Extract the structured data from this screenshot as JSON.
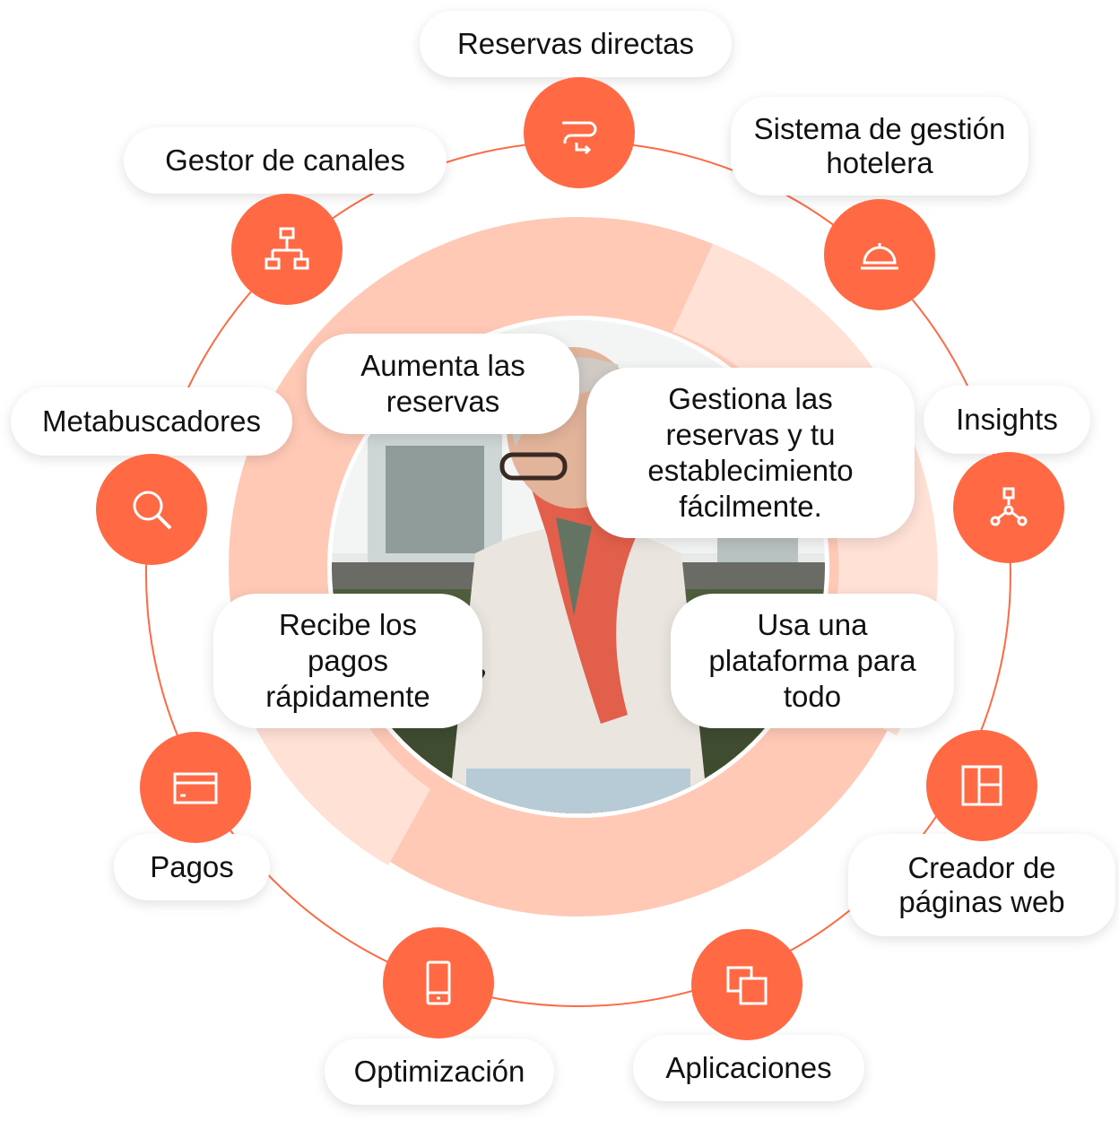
{
  "colors": {
    "accent": "#ff6a45",
    "ring_light": "#ffc9b6",
    "ring_lighter": "#ffe1d6"
  },
  "features": [
    {
      "id": "reservas",
      "label": "Reservas directas",
      "icon": "route-icon"
    },
    {
      "id": "pms",
      "label": "Sistema de gestión hotelera",
      "icon": "service-bell-icon"
    },
    {
      "id": "insights",
      "label": "Insights",
      "icon": "analytics-network-icon"
    },
    {
      "id": "creador",
      "label": "Creador de páginas web",
      "icon": "layout-grid-icon"
    },
    {
      "id": "aplicaciones",
      "label": "Aplicaciones",
      "icon": "copy-windows-icon"
    },
    {
      "id": "optimizacion",
      "label": "Optimización",
      "icon": "mobile-phone-icon"
    },
    {
      "id": "pagos",
      "label": "Pagos",
      "icon": "credit-card-icon"
    },
    {
      "id": "metabuscadores",
      "label": "Metabuscadores",
      "icon": "search-icon"
    },
    {
      "id": "gestor",
      "label": "Gestor de canales",
      "icon": "org-chart-icon"
    }
  ],
  "benefits": {
    "aumenta": "Aumenta las reservas",
    "gestiona": "Gestiona las reservas y tu establecimiento fácilmente.",
    "recibe": "Recibe los pagos rápidamente",
    "usa": "Usa una plataforma para todo"
  }
}
